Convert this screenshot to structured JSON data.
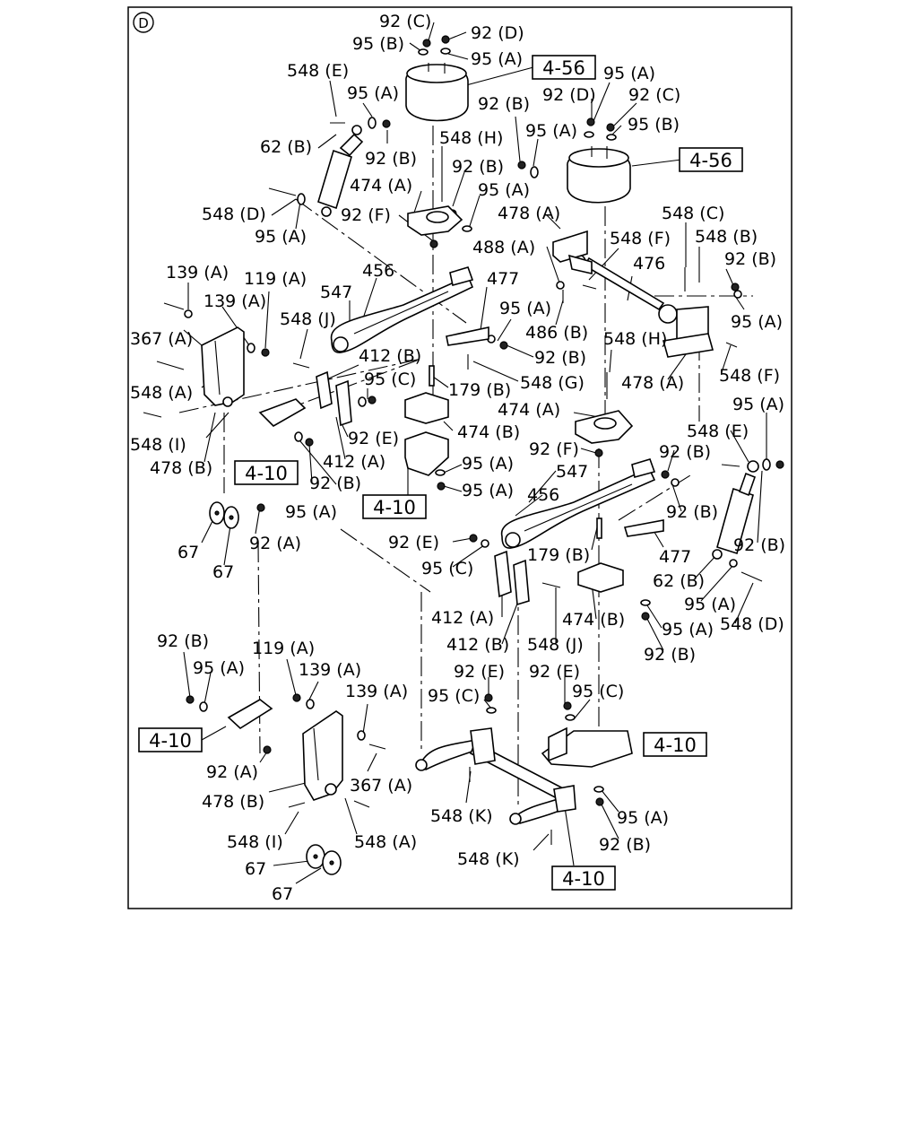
{
  "view": {
    "label": "D"
  },
  "reference_boxes": [
    "4-56",
    "4-56",
    "4-10",
    "4-10",
    "4-10",
    "4-10",
    "4-10"
  ],
  "labels": [
    "92 (C)",
    "92 (D)",
    "95 (B)",
    "95 (A)",
    "548 (E)",
    "95 (A)",
    "92 (B)",
    "62 (B)",
    "95 (A)",
    "92 (D)",
    "92 (C)",
    "95 (B)",
    "92 (B)",
    "95 (A)",
    "548 (H)",
    "92 (B)",
    "474 (A)",
    "95 (A)",
    "92 (F)",
    "548 (D)",
    "95 (A)",
    "478 (A)",
    "548 (C)",
    "548 (F)",
    "548 (B)",
    "488 (A)",
    "476",
    "92 (B)",
    "139 (A)",
    "119 (A)",
    "456",
    "547",
    "139 (A)",
    "477",
    "95 (A)",
    "367 (A)",
    "548 (J)",
    "95 (A)",
    "486 (B)",
    "548 (H)",
    "412 (B)",
    "92 (B)",
    "548 (F)",
    "548 (A)",
    "95 (C)",
    "179 (B)",
    "548 (G)",
    "478 (A)",
    "95 (A)",
    "474 (A)",
    "92 (E)",
    "474 (B)",
    "548 (I)",
    "412 (A)",
    "92 (F)",
    "548 (E)",
    "478 (B)",
    "92 (B)",
    "95 (A)",
    "547",
    "92 (B)",
    "456",
    "95 (A)",
    "92 (B)",
    "95 (A)",
    "92 (A)",
    "92 (E)",
    "67",
    "95 (C)",
    "179 (B)",
    "477",
    "92 (B)",
    "67",
    "62 (B)",
    "95 (A)",
    "548 (D)",
    "412 (A)",
    "474 (B)",
    "412 (B)",
    "95 (A)",
    "548 (J)",
    "92 (B)",
    "92 (B)",
    "119 (A)",
    "95 (A)",
    "139 (A)",
    "92 (E)",
    "92 (E)",
    "139 (A)",
    "95 (C)",
    "95 (C)",
    "92 (A)",
    "367 (A)",
    "478 (B)",
    "548 (K)",
    "95 (A)",
    "548 (I)",
    "548 (A)",
    "92 (B)",
    "67",
    "548 (K)",
    "67"
  ]
}
